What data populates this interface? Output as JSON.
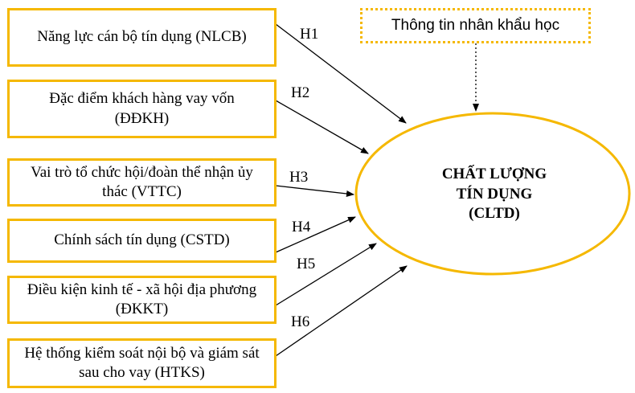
{
  "factors": [
    {
      "id": "nlcb",
      "text": "Năng lực cán bộ tín dụng (NLCB)",
      "hypothesis": "H1"
    },
    {
      "id": "ddkh",
      "text": "Đặc điểm khách hàng vay vốn (ĐĐKH)",
      "hypothesis": "H2"
    },
    {
      "id": "vttc",
      "text": "Vai trò tổ chức hội/đoàn thể nhận ủy thác (VTTC)",
      "hypothesis": "H3"
    },
    {
      "id": "cstd",
      "text": "Chính sách tín dụng (CSTD)",
      "hypothesis": "H4"
    },
    {
      "id": "dkkt",
      "text": "Điều kiện kinh tế - xã hội địa phương (ĐKKT)",
      "hypothesis": "H5"
    },
    {
      "id": "htks",
      "text": "Hệ thống kiểm soát nội bộ và giám sát sau cho vay (HTKS)",
      "hypothesis": "H6"
    }
  ],
  "control": {
    "text": "Thông tin nhân khẩu học"
  },
  "outcome": {
    "line1": "CHẤT LƯỢNG",
    "line2": "TÍN DỤNG",
    "line3": "(CLTD)"
  },
  "colors": {
    "box_border": "#f5b800",
    "arrow": "#000000"
  }
}
